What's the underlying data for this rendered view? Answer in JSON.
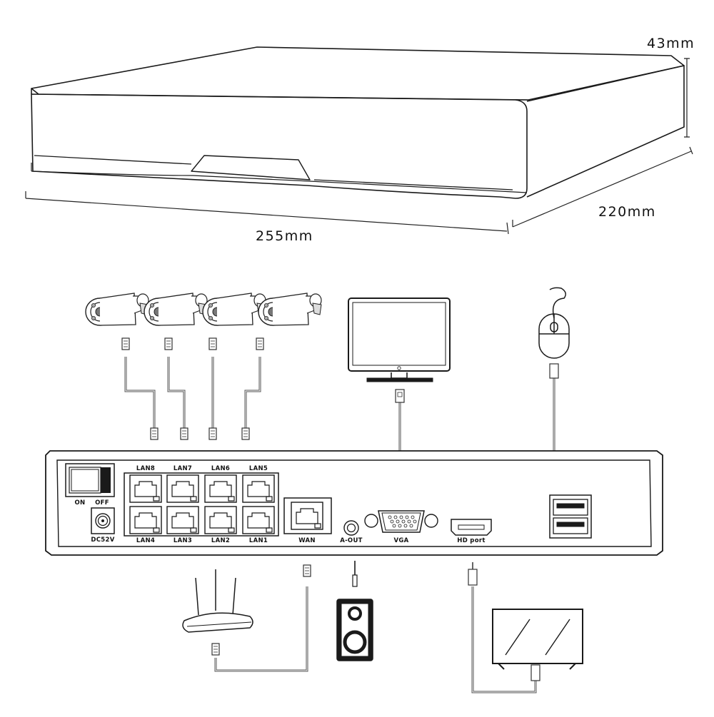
{
  "dimensions": {
    "height": "43mm",
    "depth": "220mm",
    "width": "255mm"
  },
  "switch_labels": {
    "on": "ON",
    "off": "OFF"
  },
  "ports": {
    "lan8": "LAN8",
    "lan7": "LAN7",
    "lan6": "LAN6",
    "lan5": "LAN5",
    "lan4": "LAN4",
    "lan3": "LAN3",
    "lan2": "LAN2",
    "lan1": "LAN1",
    "power": "DC52V",
    "wan": "WAN",
    "audio": "A-OUT",
    "vga": "VGA",
    "hd": "HD port"
  },
  "colors": {
    "line": "#1a1a1a",
    "cable": "#555555",
    "fill": "#ffffff"
  }
}
